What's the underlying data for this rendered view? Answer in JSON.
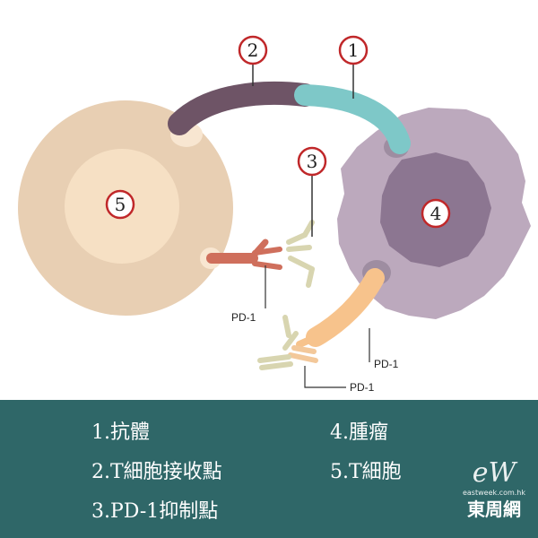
{
  "diagram": {
    "markers": [
      "1",
      "2",
      "3",
      "4",
      "5"
    ],
    "pd_labels": [
      "PD-1",
      "PD-1",
      "PD-1"
    ]
  },
  "legend": {
    "items": [
      "1.抗體",
      "2.T細胞接收點",
      "3.PD-1抑制點",
      "4.腫瘤",
      "5.T細胞"
    ]
  },
  "brand": {
    "logo": "eW",
    "url": "eastweek.com.hk",
    "name": "東周網"
  },
  "colors": {
    "legend_bg": "#2f6768",
    "marker_ring": "#c0282a",
    "t_cell": "#e8cfb3",
    "t_cell_nucleus": "#f6e0c4",
    "tumor": "#bca9bd",
    "tumor_nucleus": "#8c7691",
    "antibody_cyan": "#7ec8c8",
    "receptor_dark": "#6e5466",
    "pd1_orange": "#f7c38c",
    "pd1_red": "#cf6f5c",
    "pd1_pale": "#d8d5b0"
  }
}
